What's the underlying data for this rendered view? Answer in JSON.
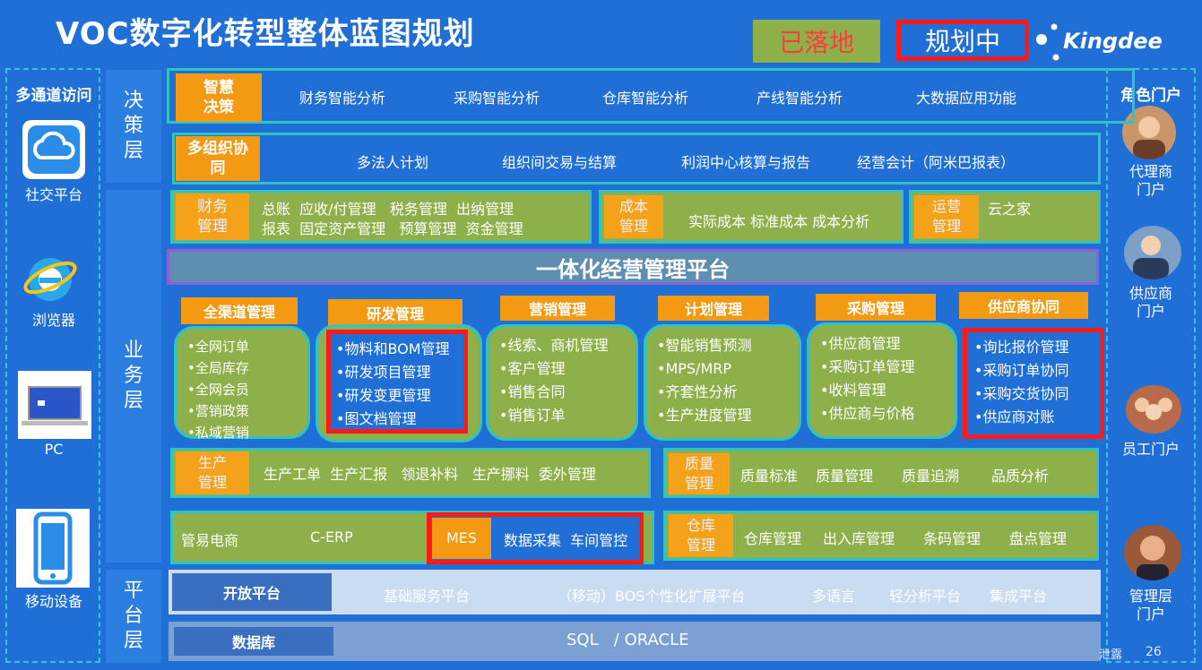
{
  "title": "VOC数字化转型整体蓝图规划",
  "legend": {
    "done": "已落地",
    "planned": "规划中"
  },
  "logo_text": "Kingdee",
  "left_panel": {
    "title": "多通道访问",
    "channels": [
      "社交平台",
      "浏览器",
      "PC",
      "移动设备"
    ]
  },
  "right_panel": {
    "title": "角色门户",
    "portals": [
      "代理商\n门户",
      "供应商\n门户",
      "员工门户",
      "管理层\n门户"
    ]
  },
  "layers": {
    "decision": "决\n策\n层",
    "business": "业\n务\n层",
    "platform": "平\n台\n层"
  },
  "decision": {
    "row1": {
      "tag": "智慧\n决策",
      "items": [
        "财务智能分析",
        "采购智能分析",
        "仓库智能分析",
        "产线智能分析",
        "大数据应用功能"
      ]
    },
    "row2": {
      "tag": "多组织协\n同",
      "items": [
        "多法人计划",
        "组织间交易与结算",
        "利润中心核算与报告",
        "经营会计（阿米巴报表）"
      ]
    }
  },
  "finance": {
    "tag": "财务\n管理",
    "line1": "总账  应收/付管理   税务管理  出纳管理",
    "line2": "报表  固定资产管理   预算管理  资金管理"
  },
  "cost": {
    "tag": "成本\n管理",
    "text": "实际成本 标准成本 成本分析"
  },
  "ops": {
    "tag": "运营\n管理",
    "text": "云之家"
  },
  "platform_title": "一体化经营管理平台",
  "modules": [
    {
      "head": "全渠道管理",
      "items": [
        "•全网订单",
        "•全局库存",
        "•全网会员",
        "•营销政策",
        "•私域营销"
      ]
    },
    {
      "head": "研发管理",
      "items": [
        "•物料和BOM管理",
        "•研发项目管理",
        "•研发变更管理",
        "•图文档管理"
      ]
    },
    {
      "head": "营销管理",
      "items": [
        "•线索、商机管理",
        "•客户管理",
        "•销售合同",
        "•销售订单"
      ]
    },
    {
      "head": "计划管理",
      "items": [
        "•智能销售预测",
        "•MPS/MRP",
        "•齐套性分析",
        "•生产进度管理"
      ]
    },
    {
      "head": "采购管理",
      "items": [
        "•供应商管理",
        "•采购订单管理",
        "•收料管理",
        "•供应商与价格"
      ]
    },
    {
      "head": "供应商协同",
      "items": [
        "•询比报价管理",
        "•采购订单协同",
        "•采购交货协同",
        "•供应商对账"
      ]
    }
  ],
  "production": {
    "tag": "生产\n管理",
    "text": "生产工单  生产汇报   领退补料   生产挪料  委外管理"
  },
  "quality": {
    "tag": "质量\n管理",
    "items": [
      "质量标准",
      "质量管理",
      "质量追溯",
      "品质分析"
    ]
  },
  "commerce": {
    "label": "管易电商",
    "erp": "C-ERP"
  },
  "mes": {
    "tag": "MES",
    "text": "数据采集  车间管控"
  },
  "warehouse": {
    "tag": "仓库\n管理",
    "items": [
      "仓库管理",
      "出入库管理",
      "条码管理",
      "盘点管理"
    ]
  },
  "platform_layer": {
    "open_tag": "开放平台",
    "items": [
      "基础服务平台",
      "（移动）BOS个性化扩展平台",
      "多语言",
      "轻分析平台",
      "集成平台"
    ],
    "db_tag": "数据库",
    "db_text": "SQL   / ORACLE"
  },
  "footer": {
    "note": "泄露",
    "page": "26"
  }
}
